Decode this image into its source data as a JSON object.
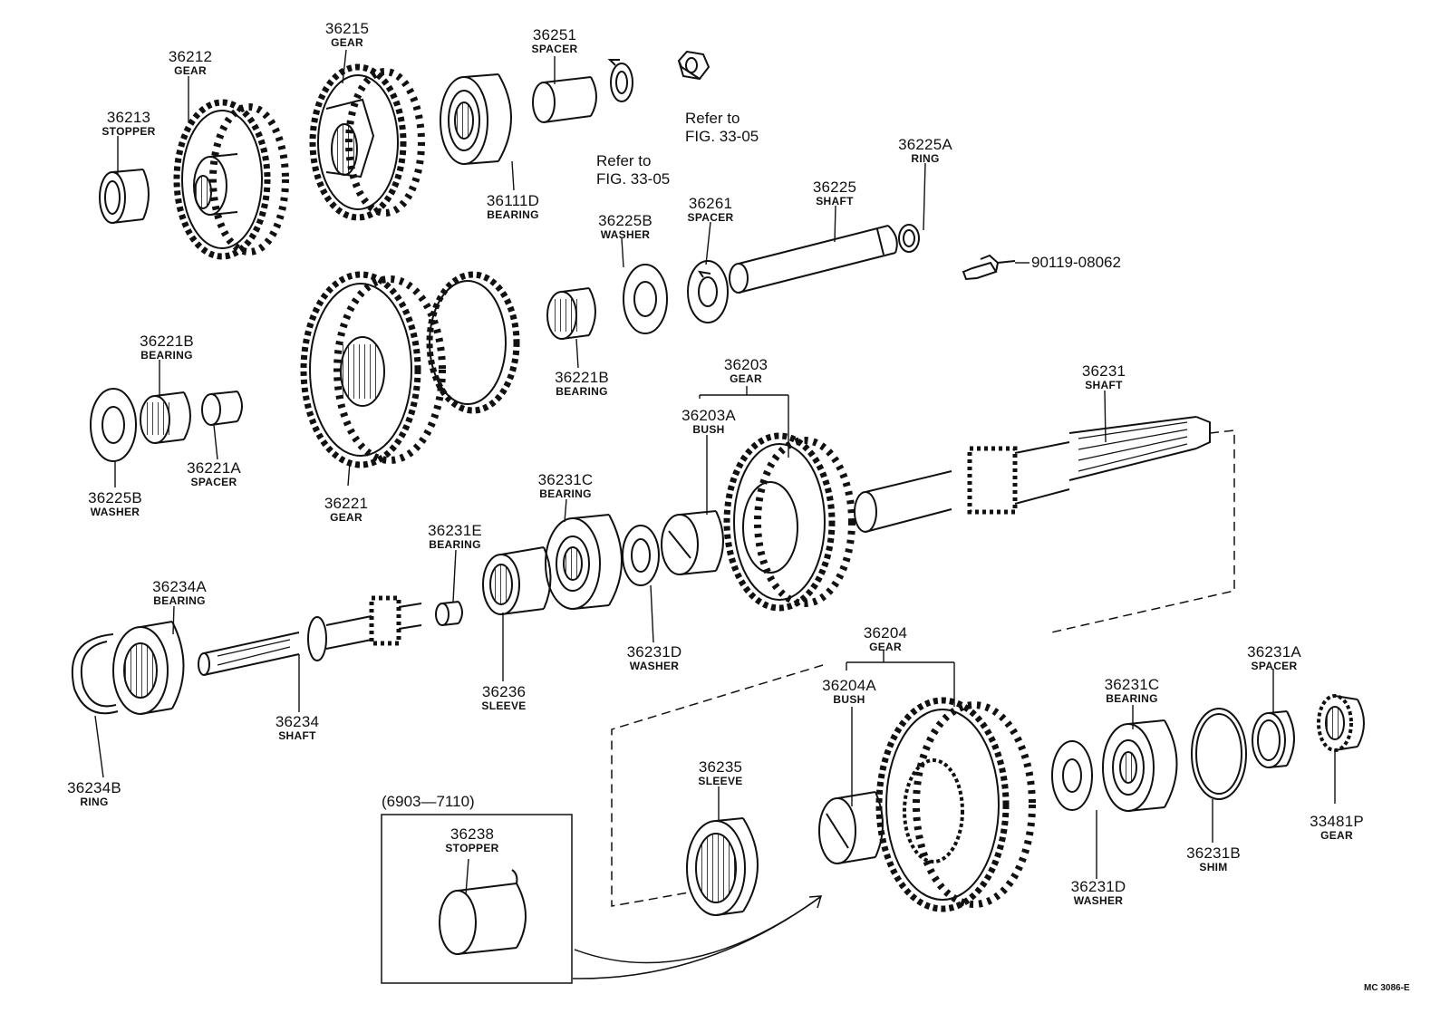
{
  "parts": [
    {
      "id": "p36212",
      "number": "36212",
      "name": "GEAR"
    },
    {
      "id": "p36213",
      "number": "36213",
      "name": "STOPPER"
    },
    {
      "id": "p36215",
      "number": "36215",
      "name": "GEAR"
    },
    {
      "id": "p36251",
      "number": "36251",
      "name": "SPACER"
    },
    {
      "id": "p36111D",
      "number": "36111D",
      "name": "BEARING"
    },
    {
      "id": "p36225A",
      "number": "36225A",
      "name": "RING"
    },
    {
      "id": "p36225",
      "number": "36225",
      "name": "SHAFT"
    },
    {
      "id": "p36261",
      "number": "36261",
      "name": "SPACER"
    },
    {
      "id": "p36225B_top",
      "number": "36225B",
      "name": "WASHER"
    },
    {
      "id": "p36221B_left",
      "number": "36221B",
      "name": "BEARING"
    },
    {
      "id": "p36221B_mid",
      "number": "36221B",
      "name": "BEARING"
    },
    {
      "id": "p36203",
      "number": "36203",
      "name": "GEAR"
    },
    {
      "id": "p36203A",
      "number": "36203A",
      "name": "BUSH"
    },
    {
      "id": "p36231",
      "number": "36231",
      "name": "SHAFT"
    },
    {
      "id": "p36221A",
      "number": "36221A",
      "name": "SPACER"
    },
    {
      "id": "p36225B_left",
      "number": "36225B",
      "name": "WASHER"
    },
    {
      "id": "p36221",
      "number": "36221",
      "name": "GEAR"
    },
    {
      "id": "p36231C_mid",
      "number": "36231C",
      "name": "BEARING"
    },
    {
      "id": "p36231E",
      "number": "36231E",
      "name": "BEARING"
    },
    {
      "id": "p36234A",
      "number": "36234A",
      "name": "BEARING"
    },
    {
      "id": "p36231D_mid",
      "number": "36231D",
      "name": "WASHER"
    },
    {
      "id": "p36236",
      "number": "36236",
      "name": "SLEEVE"
    },
    {
      "id": "p36234",
      "number": "36234",
      "name": "SHAFT"
    },
    {
      "id": "p36234B",
      "number": "36234B",
      "name": "RING"
    },
    {
      "id": "p36204",
      "number": "36204",
      "name": "GEAR"
    },
    {
      "id": "p36204A",
      "number": "36204A",
      "name": "BUSH"
    },
    {
      "id": "p36231C_right",
      "number": "36231C",
      "name": "BEARING"
    },
    {
      "id": "p36231A",
      "number": "36231A",
      "name": "SPACER"
    },
    {
      "id": "p36235",
      "number": "36235",
      "name": "SLEEVE"
    },
    {
      "id": "p36238",
      "number": "36238",
      "name": "STOPPER"
    },
    {
      "id": "p36231B",
      "number": "36231B",
      "name": "SHIM"
    },
    {
      "id": "p36231D_right",
      "number": "36231D",
      "name": "WASHER"
    },
    {
      "id": "p33481P",
      "number": "33481P",
      "name": "GEAR"
    }
  ],
  "references": {
    "washer_ref": [
      "Refer to",
      "FIG. 33-05"
    ],
    "nut_ref": [
      "Refer to",
      "FIG. 33-05"
    ]
  },
  "bolt_part_number": "90119-08062",
  "date_range": "(6903—7110)",
  "figure_code": "MC 3086-E"
}
